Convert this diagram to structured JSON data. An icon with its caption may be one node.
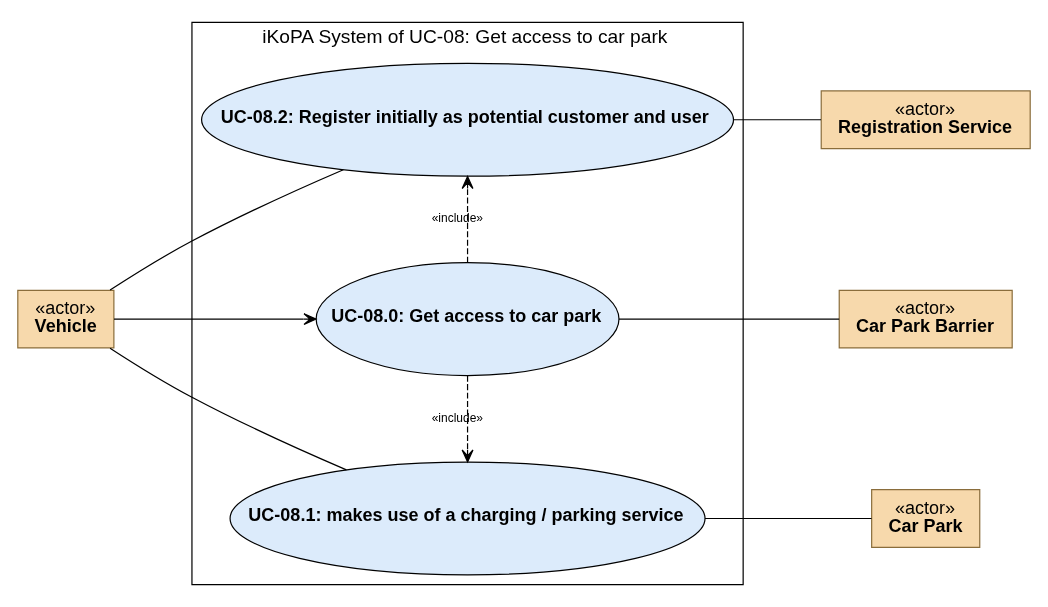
{
  "diagram": {
    "nodes": [
      {
        "text": [
          "iKoPA System of UC-08: Get access to car park"
        ]
      },
      {
        "text": [
          "UC-08.2: Register initially as potential customer and user"
        ],
        "in": 0
      },
      {
        "text": [
          "«actor»",
          "Registration Service"
        ]
      },
      {
        "text": [
          "«actor»",
          "Vehicle"
        ]
      },
      {
        "text": [
          "UC-08.0: Get access to car park"
        ],
        "in": 0
      },
      {
        "text": [
          "«actor»",
          "Car Park Barrier"
        ]
      },
      {
        "text": [
          "UC-08.1: makes use of a charging / parking service"
        ],
        "in": 0
      },
      {
        "text": [
          "«actor»",
          "Car Park"
        ]
      }
    ],
    "edges": [
      {
        "from": 3,
        "to": 1,
        "arrow": "none"
      },
      {
        "from": 1,
        "to": 2,
        "arrow": "none"
      },
      {
        "from": 4,
        "to": 1,
        "arrow": "to",
        "style": "dashed",
        "label": "«include»"
      },
      {
        "from": 3,
        "to": 4,
        "arrow": "to"
      },
      {
        "from": 4,
        "to": 5,
        "arrow": "none"
      },
      {
        "from": 4,
        "to": 6,
        "arrow": "to",
        "style": "dashed",
        "label": "«include»"
      },
      {
        "from": 3,
        "to": 6,
        "arrow": "none"
      },
      {
        "from": 6,
        "to": 7,
        "arrow": "none"
      }
    ]
  }
}
